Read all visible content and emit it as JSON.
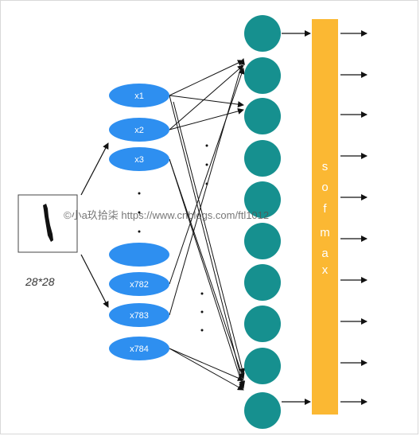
{
  "diagram": {
    "input_image_caption": "28*28",
    "input_nodes": [
      "x1",
      "x2",
      "x3",
      "",
      "x782",
      "x783",
      "x784"
    ],
    "ellipsis": ".",
    "softmax_letters": [
      "s",
      "o",
      "f",
      "m",
      "a",
      "x"
    ],
    "watermark": "©小a玖拾柒 https://www.cnblogs.com/ftl1012",
    "colors": {
      "input_node": "#2e8ff0",
      "hidden_node": "#16908f",
      "softmax_bar": "#fbb833",
      "arrow": "#111111"
    }
  }
}
